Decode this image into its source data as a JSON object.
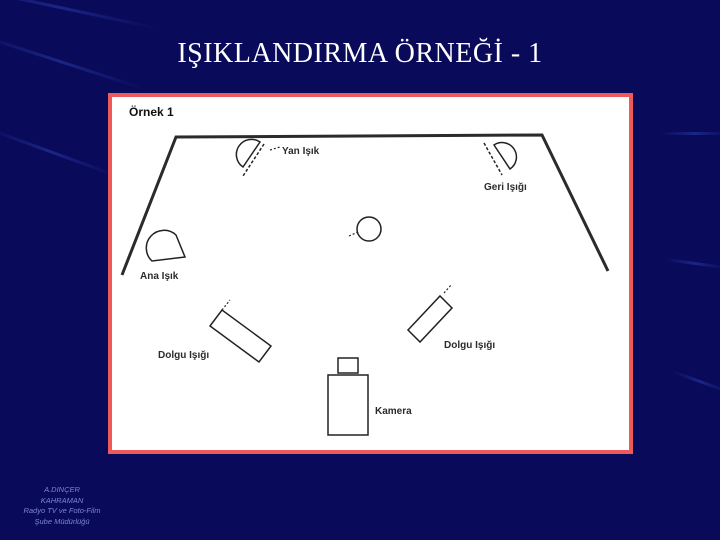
{
  "slide": {
    "title": "IŞIKLANDIRMA ÖRNEĞİ - 1"
  },
  "diagram": {
    "title": "Örnek 1",
    "labels": {
      "yan_isik": "Yan Işık",
      "geri_isigi": "Geri Işığı",
      "ana_isik": "Ana Işık",
      "dolgu_isigi_left": "Dolgu Işığı",
      "dolgu_isigi_right": "Dolgu Işığı",
      "kamera": "Kamera"
    }
  },
  "credit": {
    "line1": "A.DINÇER",
    "line2": "KAHRAMAN",
    "line3": "Radyo TV ve Foto-Film",
    "line4": "Şube Müdürlüğü"
  },
  "colors": {
    "background": "#0a0a5a",
    "frame_border": "#ec5a5c",
    "title_text": "#ffffff",
    "credit_text": "#7b84d8"
  }
}
